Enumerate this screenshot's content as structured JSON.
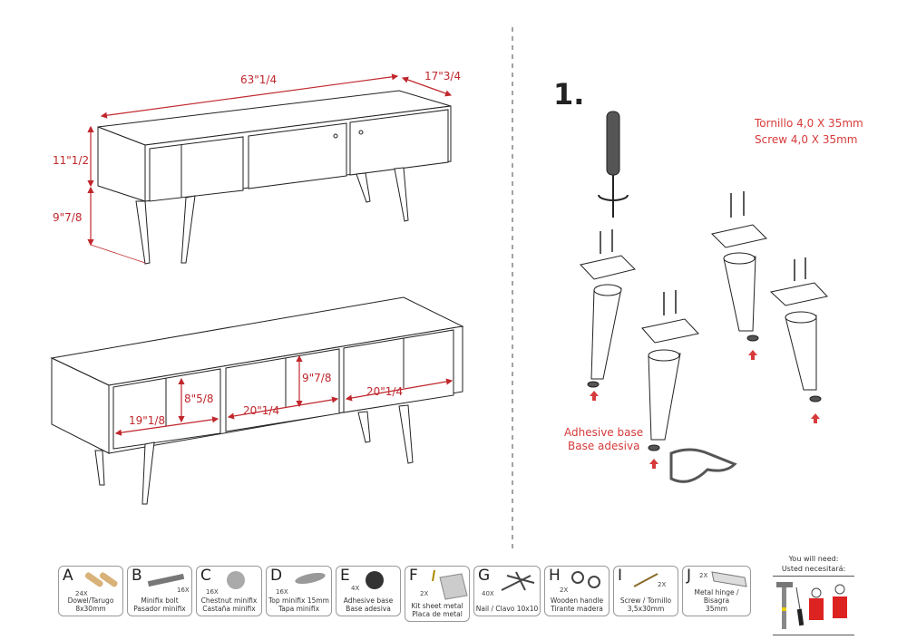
{
  "dimensions": {
    "width_total": "63\"1/4",
    "depth": "17\"3/4",
    "body_height": "11\"1/2",
    "leg_height": "9\"7/8",
    "left_niche_width": "19\"1/8",
    "niche_height": "8\"5/8",
    "middle_niche_width": "20\"1/4",
    "right_niche_height": "9\"7/8",
    "right_niche_width": "20\"1/4"
  },
  "step": {
    "number": "1.",
    "screw_es": "Tornillo 4,0 X 35mm",
    "screw_en": "Screw 4,0 X 35mm",
    "adhesive_en": "Adhesive base",
    "adhesive_es": "Base adesiva"
  },
  "parts": [
    {
      "letter": "A",
      "qty": "24X",
      "desc1": "Dowel/Tarugo",
      "desc2": "8x30mm"
    },
    {
      "letter": "B",
      "qty": "16X",
      "desc1": "Minifix bolt",
      "desc2": "Pasador minifix"
    },
    {
      "letter": "C",
      "qty": "16X",
      "desc1": "Chestnut minifix",
      "desc2": "Castaña minifix"
    },
    {
      "letter": "D",
      "qty": "16X",
      "desc1": "Top minifix 15mm",
      "desc2": "Tapa minifix"
    },
    {
      "letter": "E",
      "qty": "4X",
      "desc1": "Adhesive base",
      "desc2": "Base adesiva"
    },
    {
      "letter": "F",
      "qty": "2X",
      "desc1": "Kit sheet metal",
      "desc2": "Placa de metal"
    },
    {
      "letter": "G",
      "qty": "40X",
      "desc1": "Nail / Clavo 10x10",
      "desc2": ""
    },
    {
      "letter": "H",
      "qty": "2X",
      "desc1": "Wooden handle",
      "desc2": "Tirante madera"
    },
    {
      "letter": "I",
      "qty": "2X",
      "desc1": "Screw / Tornillo",
      "desc2": "3,5x30mm"
    },
    {
      "letter": "J",
      "qty": "2X",
      "desc1": "Metal hinge / Bisagra",
      "desc2": "35mm"
    }
  ],
  "tools": {
    "title_en": "You will need:",
    "title_es": "Usted necesitará:"
  }
}
